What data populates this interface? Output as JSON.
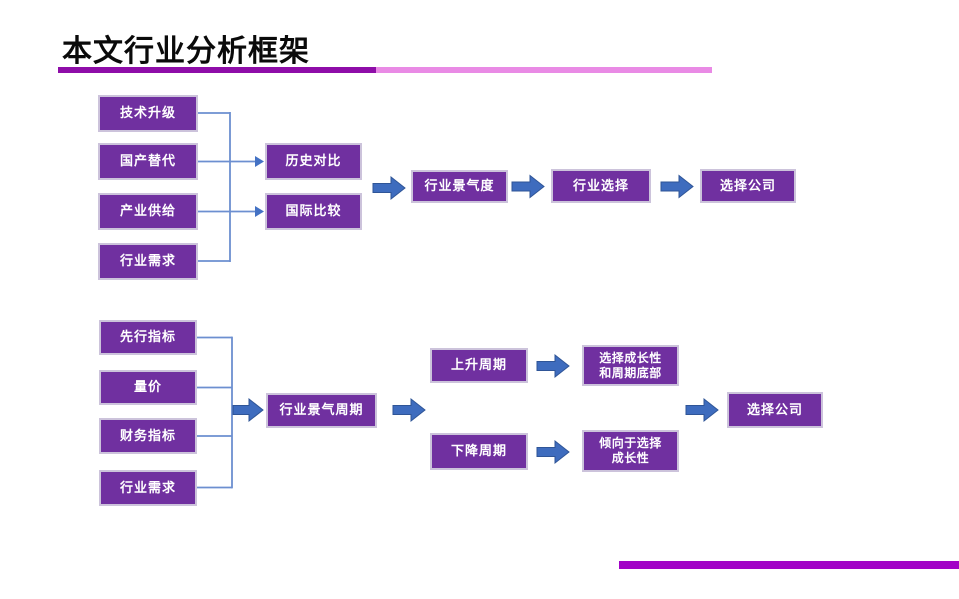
{
  "header": {
    "title": "本文行业分析框架"
  },
  "top_diagram": {
    "inputs": [
      "技术升级",
      "国产替代",
      "产业供给",
      "行业需求"
    ],
    "comparisons": [
      "历史对比",
      "国际比较"
    ],
    "steps": [
      "行业景气度",
      "行业选择",
      "选择公司"
    ]
  },
  "bottom_diagram": {
    "inputs": [
      "先行指标",
      "量价",
      "财务指标",
      "行业需求"
    ],
    "hub": "行业景气周期",
    "branches": [
      {
        "phase": "上升周期",
        "strategy": "选择成长性\n和周期底部"
      },
      {
        "phase": "下降周期",
        "strategy": "倾向于选择\n成长性"
      }
    ],
    "result": "选择公司"
  },
  "colors": {
    "box_fill": "#7030A0",
    "box_border": "#CCC3DB",
    "box_text": "#FFFFFF",
    "block_arrow": "#3E6CBE",
    "connector_line": "#6C8FD0",
    "arrowhead": "#4472C4",
    "title_underline_dark": "#8E0DA8",
    "title_underline_light": "#E98AE5",
    "footer_bar": "#A203C6"
  }
}
